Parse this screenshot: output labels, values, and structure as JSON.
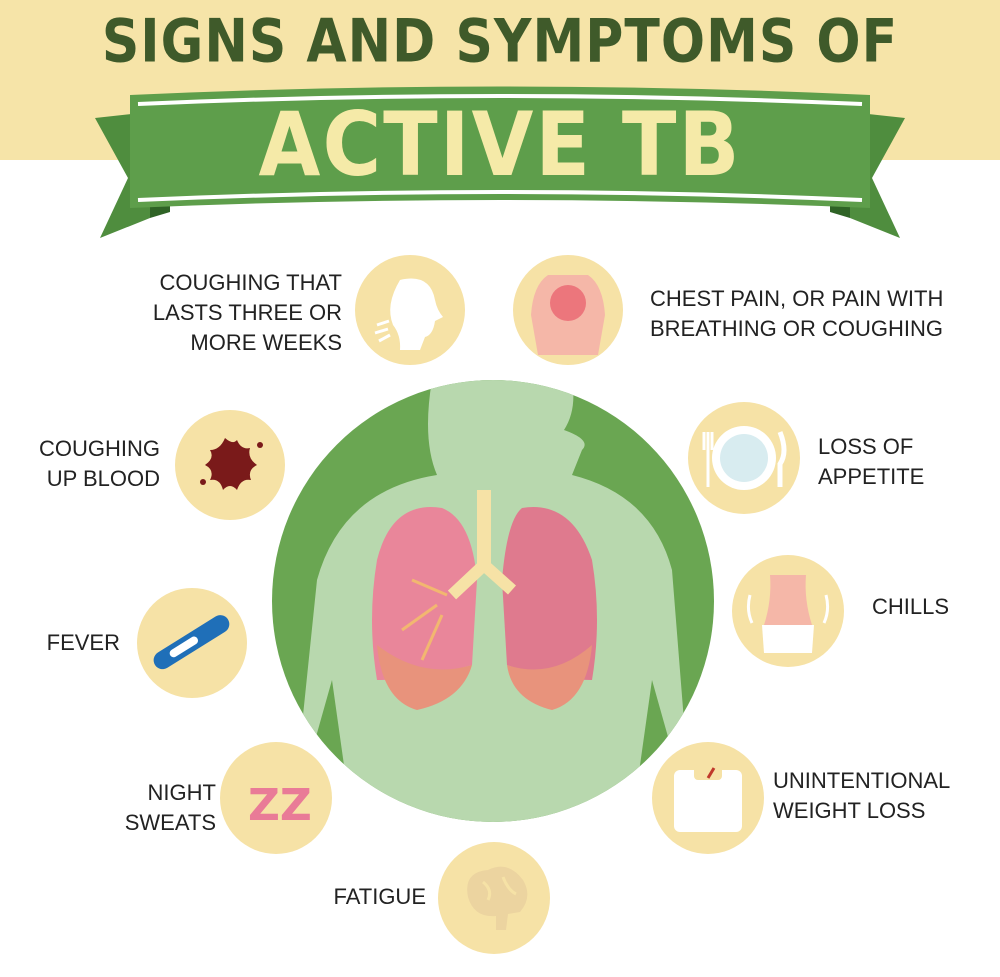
{
  "title": {
    "line1": "SIGNS AND SYMPTOMS OF",
    "line2": "ACTIVE TB"
  },
  "colors": {
    "band": "#f6e4a8",
    "ribbon": "#5e9e4b",
    "ribbon_dark": "#3f7a33",
    "title_dark": "#3f5a2a",
    "title_light": "#f5eaa8",
    "icon_bg": "#f6e2a6",
    "center_green": "#6aa652",
    "center_light": "#b8d8ae"
  },
  "symptoms": {
    "coughing": {
      "label": "COUGHING THAT\nLASTS THREE OR\nMORE WEEKS",
      "icon": "coughing-head-icon"
    },
    "chest_pain": {
      "label": "CHEST PAIN, OR PAIN WITH\nBREATHING OR COUGHING",
      "icon": "chest-pain-icon"
    },
    "blood": {
      "label": "COUGHING\nUP BLOOD",
      "icon": "blood-splatter-icon"
    },
    "appetite": {
      "label": "LOSS OF\nAPPETITE",
      "icon": "plate-cutlery-icon"
    },
    "fever": {
      "label": "FEVER",
      "icon": "thermometer-icon"
    },
    "chills": {
      "label": "CHILLS",
      "icon": "shivering-body-icon"
    },
    "sweats": {
      "label": "NIGHT\nSWEATS",
      "icon": "zz-sleep-icon",
      "icon_text": "ZZ"
    },
    "weight": {
      "label": "UNINTENTIONAL\nWEIGHT LOSS",
      "icon": "scale-icon"
    },
    "fatigue": {
      "label": "FATIGUE",
      "icon": "brain-icon"
    }
  },
  "center": {
    "icon": "lungs-torso-icon"
  }
}
